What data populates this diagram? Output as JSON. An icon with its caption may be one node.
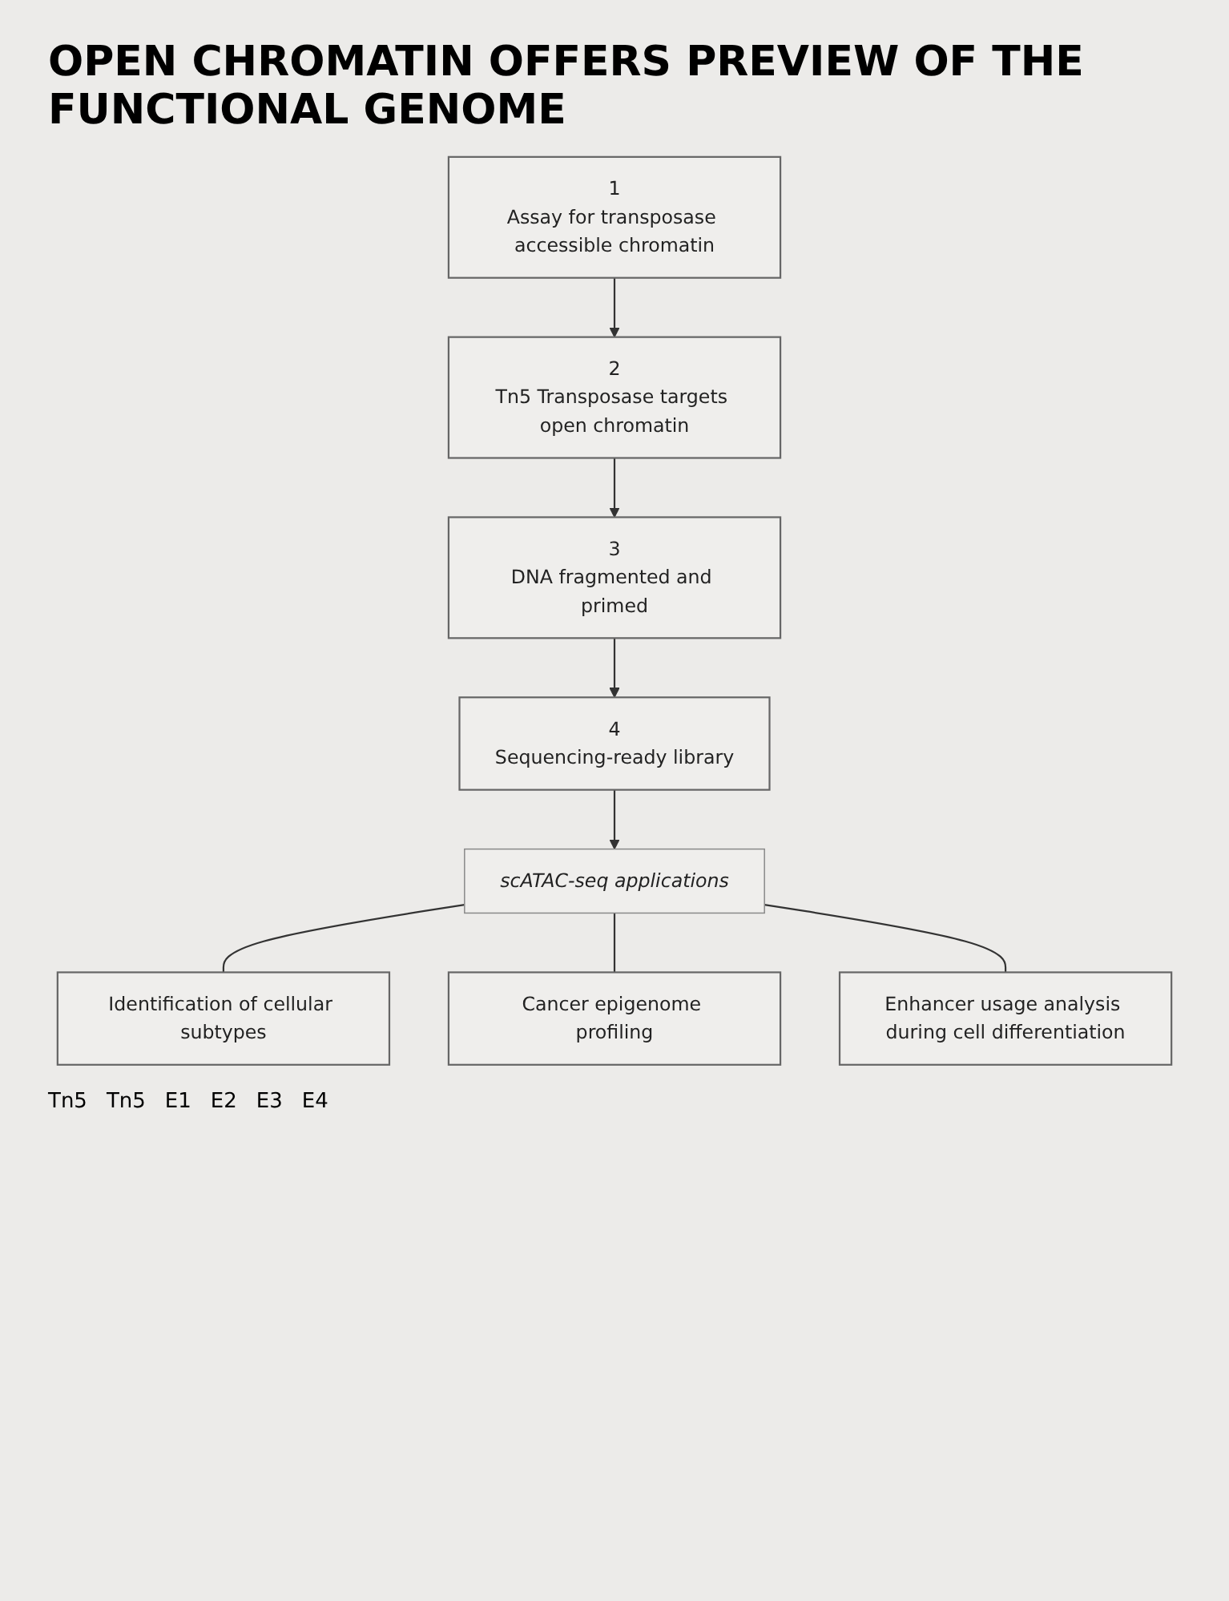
{
  "diagram": {
    "title": "OPEN CHROMATIN OFFERS PREVIEW OF THE FUNCTIONAL GENOME",
    "nodes": [
      {
        "text": [
          "1",
          "Assay for transposase accessible chromatin"
        ]
      },
      {
        "text": [
          "2",
          "Tn5 Transposase targets open chromatin"
        ]
      },
      {
        "text": [
          "4",
          "Sequencing-ready library"
        ]
      },
      {
        "text": [
          "3",
          "DNA fragmented and primed"
        ]
      },
      {
        "text": [
          "scATAC-seq applications"
        ]
      },
      {
        "text": [
          "Identification of cellular subtypes"
        ]
      },
      {
        "text": [
          "Cancer epigenome profiling"
        ]
      },
      {
        "text": [
          "Enhancer usage analysis during cell differentiation"
        ]
      }
    ],
    "edges": [
      {
        "from": 0,
        "to": 1,
        "arrow": "to"
      },
      {
        "from": 1,
        "to": 3,
        "arrow": "to"
      },
      {
        "from": 3,
        "to": 2,
        "arrow": "to"
      },
      {
        "from": 2,
        "to": 4,
        "arrow": "to"
      },
      {
        "from": 4,
        "to": 5,
        "arrow": "none"
      },
      {
        "from": 4,
        "to": 6,
        "arrow": "none"
      },
      {
        "from": 4,
        "to": 7,
        "arrow": "none"
      }
    ],
    "labels": [
      "Tn5",
      "Tn5",
      "E1",
      "E2",
      "E3",
      "E4"
    ]
  }
}
